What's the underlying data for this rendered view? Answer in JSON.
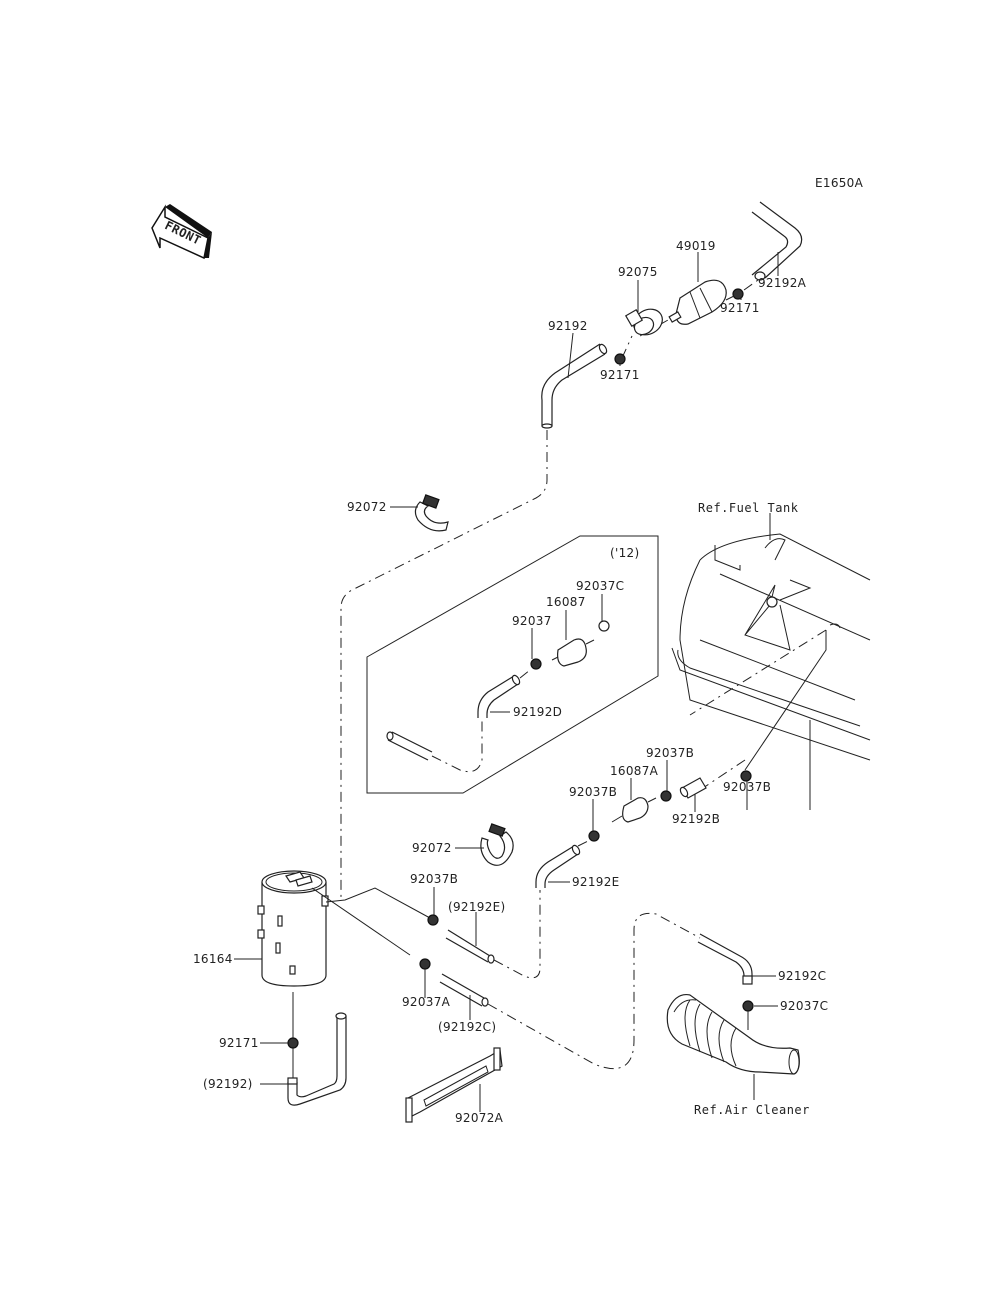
{
  "diagram": {
    "code": "E1650A",
    "front_label": "FRONT",
    "variant_label": "('12)",
    "references": {
      "fuel_tank": "Ref.Fuel Tank",
      "air_cleaner": "Ref.Air Cleaner"
    },
    "parts": [
      {
        "id": "p-49019",
        "label": "49019"
      },
      {
        "id": "p-92075",
        "label": "92075"
      },
      {
        "id": "p-92171-top-right",
        "label": "92171"
      },
      {
        "id": "p-92192A",
        "label": "92192A"
      },
      {
        "id": "p-92192-top",
        "label": "92192"
      },
      {
        "id": "p-92171-top-left",
        "label": "92171"
      },
      {
        "id": "p-92072-upper",
        "label": "92072"
      },
      {
        "id": "p-92037C-inset",
        "label": "92037C"
      },
      {
        "id": "p-16087",
        "label": "16087"
      },
      {
        "id": "p-92037-inset",
        "label": "92037"
      },
      {
        "id": "p-92192D",
        "label": "92192D"
      },
      {
        "id": "p-92037B-a",
        "label": "92037B"
      },
      {
        "id": "p-16087A",
        "label": "16087A"
      },
      {
        "id": "p-92037B-b",
        "label": "92037B"
      },
      {
        "id": "p-92037B-c",
        "label": "92037B"
      },
      {
        "id": "p-92192B",
        "label": "92192B"
      },
      {
        "id": "p-92072-lower",
        "label": "92072"
      },
      {
        "id": "p-92037B-d",
        "label": "92037B"
      },
      {
        "id": "p-92192E",
        "label": "92192E"
      },
      {
        "id": "p-92192E-paren",
        "label": "(92192E)"
      },
      {
        "id": "p-16164",
        "label": "16164"
      },
      {
        "id": "p-92037A",
        "label": "92037A"
      },
      {
        "id": "p-92192C-paren",
        "label": "(92192C)"
      },
      {
        "id": "p-92192C",
        "label": "92192C"
      },
      {
        "id": "p-92037C",
        "label": "92037C"
      },
      {
        "id": "p-92171-bottom",
        "label": "92171"
      },
      {
        "id": "p-92192-paren",
        "label": "(92192)"
      },
      {
        "id": "p-92072A",
        "label": "92072A"
      }
    ]
  }
}
